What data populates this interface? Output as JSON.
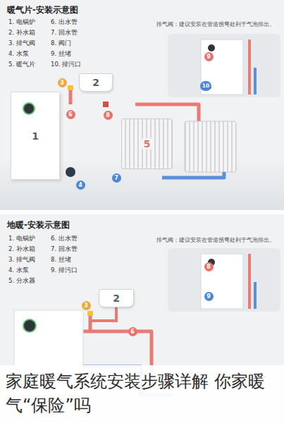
{
  "diagram": {
    "caption": "家庭暖气系统安装步骤详解 你家暖气“保险”吗",
    "nodes": [
      {
        "text": [
          "1"
        ]
      },
      {
        "text": [
          "2"
        ]
      },
      {
        "text": [
          "5"
        ]
      },
      {
        "text": [
          "2"
        ]
      }
    ],
    "edges": [
      {
        "from": 0,
        "to": 2,
        "arrow": "none"
      },
      {
        "from": 2,
        "to": 0,
        "arrow": "none"
      },
      {
        "from": 1,
        "to": 0,
        "arrow": "none"
      }
    ],
    "labels": [
      "暖气片-安装示意图",
      "1. 电锅炉",
      "2. 补水箱",
      "3. 排气阀",
      "4. 水泵",
      "5. 暖气片",
      "6. 出水管",
      "7. 回水管",
      "8. 阀门",
      "9. 丝堵",
      "10. 排污口",
      "排气阀：建议安装在管道拐弯处利于气泡排出。",
      "9",
      "10",
      "3",
      "6",
      "8",
      "4",
      "7",
      "地暖-安装示意图",
      "1. 电锅炉",
      "2. 补水箱",
      "3. 排气阀",
      "4. 水泵",
      "5. 分水器",
      "6. 出水管",
      "7. 回水管",
      "8. 丝堵",
      "9. 排污口",
      "排气阀：建议安装在管道拐弯处利于气泡排出。",
      "8",
      "9",
      "3",
      "6"
    ]
  }
}
